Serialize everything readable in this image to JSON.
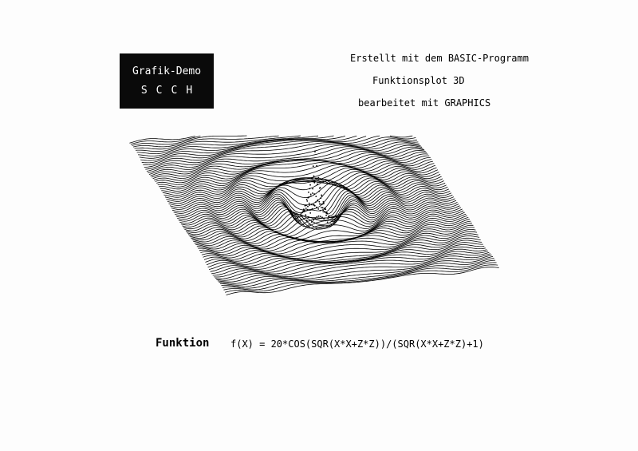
{
  "title_box": {
    "line1": "Grafik-Demo",
    "line2": "SCCH"
  },
  "captions": {
    "line1": "Erstellt mit dem BASIC-Programm",
    "line2": "Funktionsplot 3D",
    "line3": "bearbeitet mit GRAPHICS"
  },
  "function": {
    "label": "Funktion",
    "formula": "f(X) = 20*COS(SQR(X*X+Z*Z))/(SQR(X*X+Z*Z)+1)"
  },
  "colors": {
    "ink": "#000000",
    "paper": "#fdfdfd"
  }
}
